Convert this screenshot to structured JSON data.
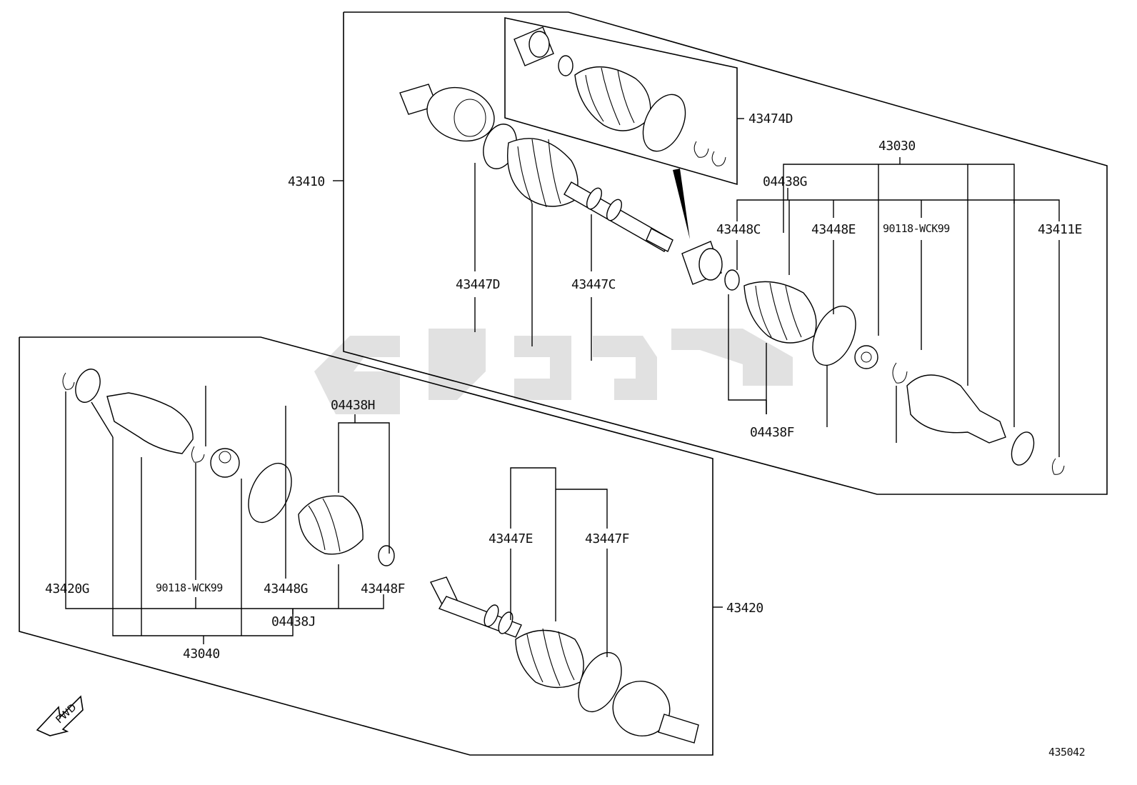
{
  "diagram": {
    "page_code": "435042",
    "fwd_label": "FWD",
    "labels": {
      "p43474D": "43474D",
      "p43030": "43030",
      "p04438G": "04438G",
      "p43410": "43410",
      "p43448C": "43448C",
      "p43448E": "43448E",
      "p90118_top": "90118-WCK99",
      "p43411E": "43411E",
      "p43447D": "43447D",
      "p43447C": "43447C",
      "p04438F": "04438F",
      "p04438H": "04438H",
      "p43447E": "43447E",
      "p43447F": "43447F",
      "p43420G": "43420G",
      "p90118_bottom": "90118-WCK99",
      "p43448G": "43448G",
      "p43448F": "43448F",
      "p04438J": "04438J",
      "p43420": "43420",
      "p43040": "43040"
    },
    "icons": [
      "fwd-arrow-icon",
      "watermark-logo"
    ]
  }
}
